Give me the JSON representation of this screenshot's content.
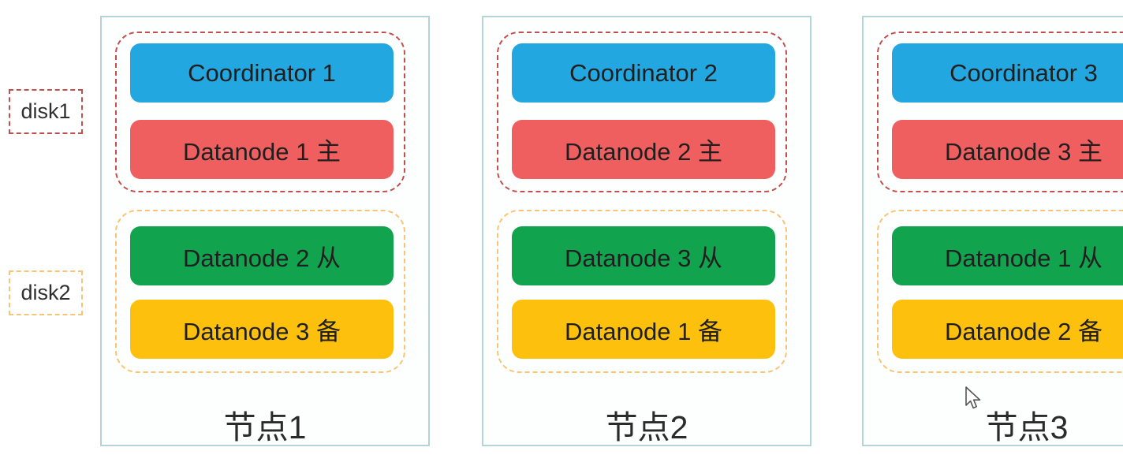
{
  "disk_labels": {
    "disk1": "disk1",
    "disk2": "disk2"
  },
  "nodes": [
    {
      "label": "节点1",
      "coordinator": "Coordinator 1",
      "datanode_primary": "Datanode 1 主",
      "datanode_secondary": "Datanode 2 从",
      "datanode_backup": "Datanode 3 备"
    },
    {
      "label": "节点2",
      "coordinator": "Coordinator 2",
      "datanode_primary": "Datanode 2 主",
      "datanode_secondary": "Datanode 3 从",
      "datanode_backup": "Datanode 1 备"
    },
    {
      "label": "节点3",
      "coordinator": "Coordinator 3",
      "datanode_primary": "Datanode 3 主",
      "datanode_secondary": "Datanode 1 从",
      "datanode_backup": "Datanode 2 备"
    }
  ],
  "colors": {
    "coordinator_blue": "#22a7e0",
    "datanode_red": "#f05f5f",
    "datanode_green": "#12a34e",
    "datanode_yellow": "#fdc10d",
    "node_border": "#b5d4d8",
    "disk1_border": "#c0504d",
    "disk2_border": "#f8c475"
  }
}
